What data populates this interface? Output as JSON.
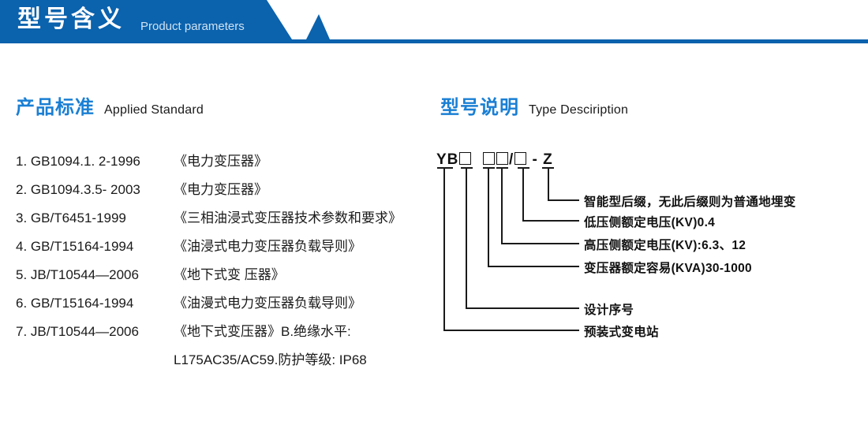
{
  "banner": {
    "title_cn": "型号含义",
    "title_en": "Product parameters",
    "color": "#0b62ad"
  },
  "sections": {
    "standard": {
      "heading_cn": "产品标准",
      "heading_en": "Applied Standard",
      "accent_color": "#1a7fd4"
    },
    "type": {
      "heading_cn": "型号说明",
      "heading_en": "Type Desciription",
      "accent_color": "#1a7fd4"
    }
  },
  "standards": [
    {
      "index": "1.",
      "code": "GB1094.1. 2-1996",
      "name": "《电力变压器》"
    },
    {
      "index": "2.",
      "code": "GB1094.3.5- 2003",
      "name": "《电力变压器》"
    },
    {
      "index": "3.",
      "code": "GB/T6451-1999",
      "name": "《三相油浸式变压器技术参数和要求》"
    },
    {
      "index": "4.",
      "code": "GB/T15164-1994",
      "name": "《油浸式电力变压器负载导则》"
    },
    {
      "index": "5.",
      "code": "JB/T10544—2006",
      "name": "《地下式变 压器》"
    },
    {
      "index": "6.",
      "code": "GB/T15164-1994",
      "name": "《油漫式电力变压器负载导则》"
    },
    {
      "index": "7.",
      "code": "JB/T10544—2006",
      "name": "《地下式变压器》B.绝缘水平:"
    }
  ],
  "standards_continuation": "L175AC35/AC59.防护等级: IP68",
  "model_code": {
    "prefix": "YB",
    "slash": "/",
    "dash": "-",
    "suffix": "Z",
    "box_count_group1": 1,
    "box_count_group2": 2,
    "box_count_group3": 1
  },
  "annotations": [
    {
      "id": "smart-suffix",
      "label": "智能型后缀，无此后缀则为普通地埋变"
    },
    {
      "id": "lv-voltage",
      "label": "低压侧额定电压(KV)0.4"
    },
    {
      "id": "hv-voltage",
      "label": "高压侧额定电压(KV):6.3、12"
    },
    {
      "id": "rated-capacity",
      "label": "变压器额定容易(KVA)30-1000"
    },
    {
      "id": "design-serial",
      "label": "设计序号"
    },
    {
      "id": "prefab-station",
      "label": "预装式变电站"
    }
  ]
}
